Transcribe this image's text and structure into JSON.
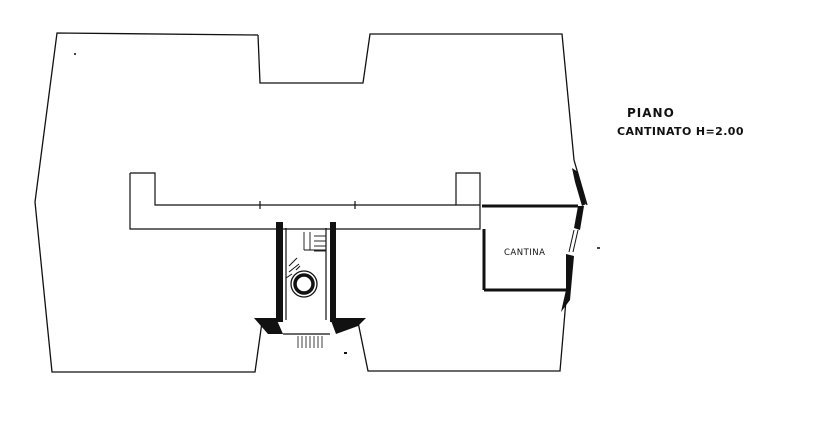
{
  "title": {
    "line1": "PIANO",
    "line2": "CANTINATO H=2.00"
  },
  "rooms": {
    "cellar_label": "CANTINA"
  },
  "colors": {
    "ink": "#111111",
    "background": "#ffffff"
  }
}
